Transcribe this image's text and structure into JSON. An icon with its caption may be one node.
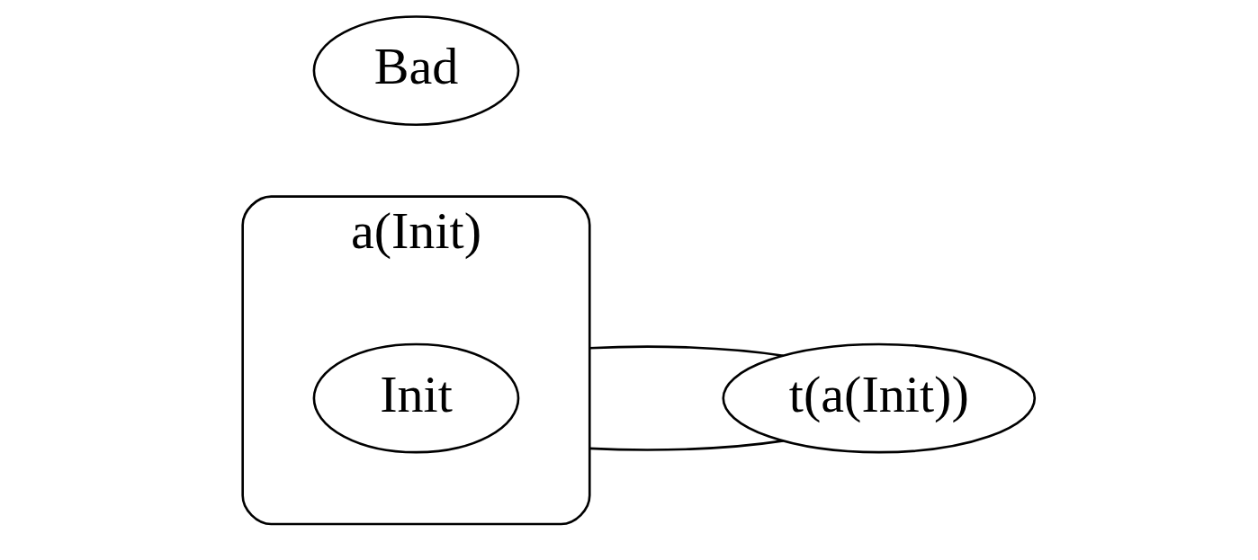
{
  "diagram": {
    "nodes": [
      {
        "text": [
          "a(Init)"
        ]
      },
      {
        "text": [
          "Init"
        ],
        "in": 0
      },
      {
        "text": [
          "t(a(Init))"
        ]
      },
      {
        "text": [
          "Bad"
        ]
      }
    ],
    "edges": [
      {
        "from": 0,
        "to": 2,
        "arrow": "none"
      },
      {
        "from": 0,
        "to": 2,
        "arrow": "none"
      }
    ]
  }
}
